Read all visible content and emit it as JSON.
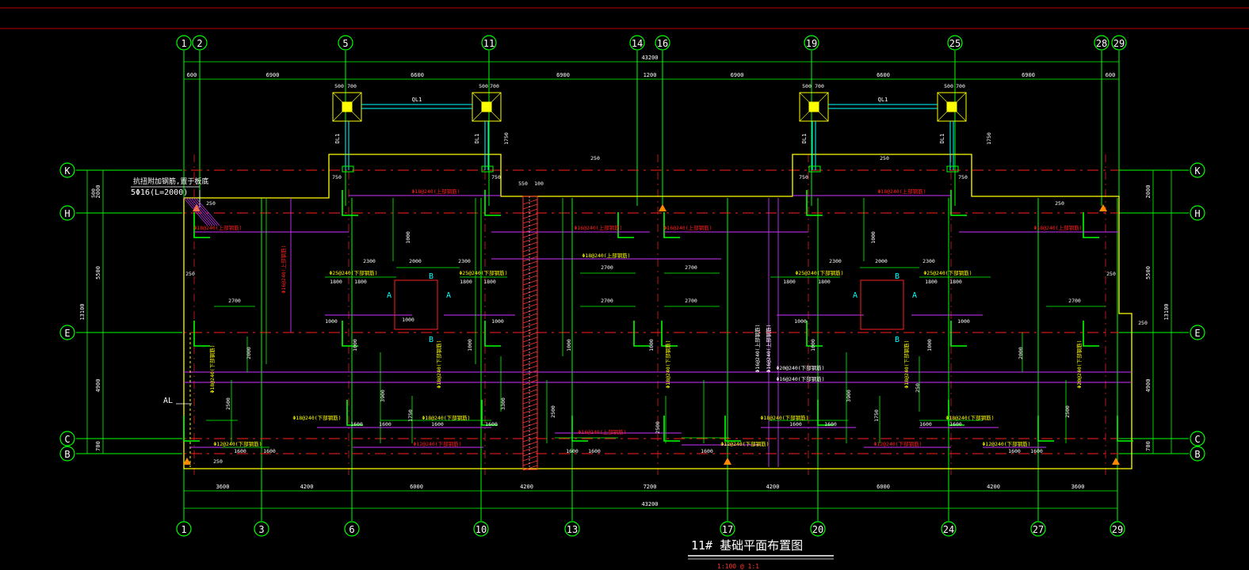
{
  "drawing": {
    "title": "11# 基础平面布置图",
    "subtitle": "1:100 @ 1:1",
    "top_axes": [
      "1",
      "2",
      "5",
      "11",
      "14",
      "16",
      "19",
      "25",
      "28",
      "29"
    ],
    "bottom_axes": [
      "1",
      "3",
      "6",
      "10",
      "13",
      "17",
      "20",
      "24",
      "27",
      "29"
    ],
    "side_axes": [
      "K",
      "H",
      "E",
      "C",
      "B"
    ],
    "top_overall": "43200",
    "top_dims": [
      "600",
      "6900",
      "6600",
      "6900",
      "1200",
      "6900",
      "6600",
      "6900",
      "600"
    ],
    "bottom_dims": [
      "3600",
      "4200",
      "6000",
      "4200",
      "7200",
      "4200",
      "6000",
      "4200",
      "3600"
    ],
    "bottom_overall": "43200",
    "left_dims": [
      "2000",
      "5500",
      "4900",
      "700"
    ],
    "left_overall": "13100",
    "right_dims": [
      "2000",
      "5500",
      "4900",
      "700"
    ],
    "right_overall": "13100",
    "note_line1": "抗扭附加钢筋,置于板底",
    "note_line2": "5Φ16(L=2000)",
    "label_al": "AL",
    "label_ql1": "QL1",
    "label_dl1": "DL1",
    "section_a": "A",
    "section_b": "B",
    "rebar_notes": [
      "Φ18@240(上部钢筋)",
      "Φ16@240(上部钢筋)",
      "Φ25@240(下部钢筋)",
      "Φ18@240(下部钢筋)",
      "Φ12@240(下部钢筋)",
      "Φ20@240(下部钢筋)",
      "Φ16@240(下部钢筋)"
    ],
    "misc_dims": [
      "500",
      "700",
      "750",
      "550",
      "100",
      "1000",
      "2300",
      "2000",
      "2700",
      "1800",
      "1600",
      "3900",
      "3300",
      "2500",
      "1750",
      "3800",
      "250"
    ]
  }
}
